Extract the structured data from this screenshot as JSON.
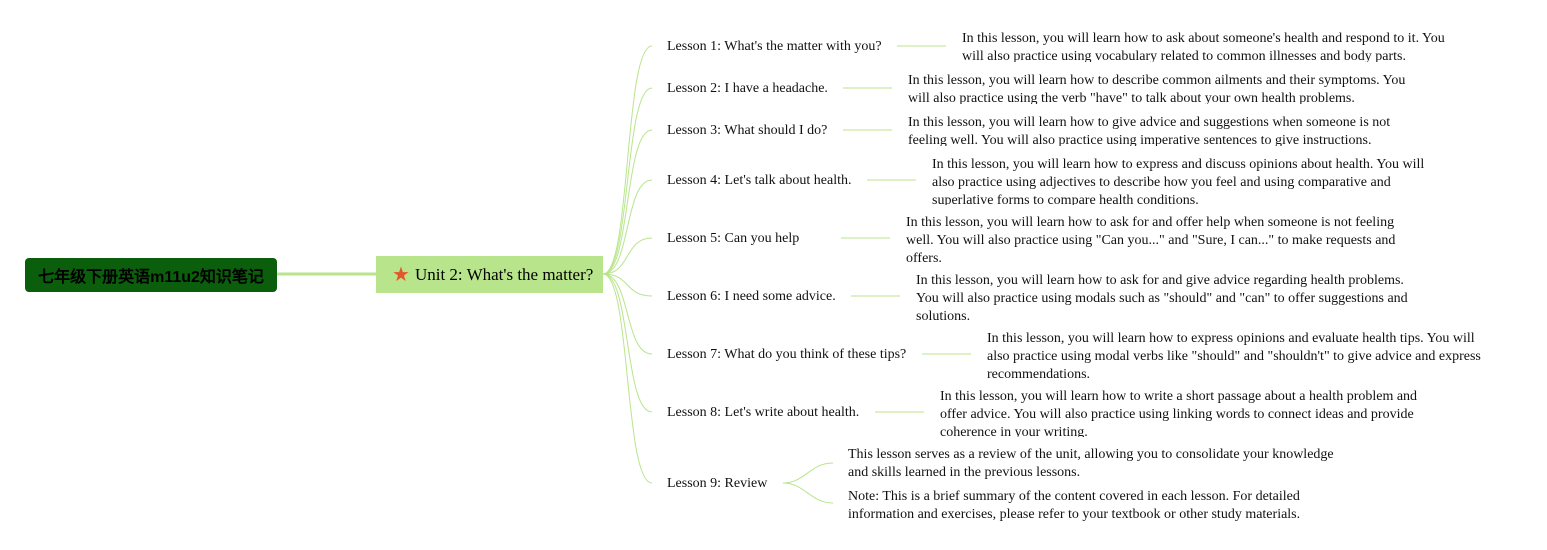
{
  "root": {
    "label": "七年级下册英语m11u2知识笔记"
  },
  "unit": {
    "label": "Unit 2: What's the matter?",
    "icon": "star-icon",
    "icon_color": "#e2582b"
  },
  "colors": {
    "root_bg": "#0b5e0b",
    "unit_bg": "#b8e58c",
    "line": "#b8e58c"
  },
  "lessons": [
    {
      "label": "Lesson 1: What's the matter with you?",
      "details": [
        "In this lesson, you will learn how to ask about someone's health and respond to it. You will also practice using vocabulary related to common illnesses and body parts."
      ]
    },
    {
      "label": "Lesson 2: I have a headache.",
      "details": [
        "In this lesson, you will learn how to describe common ailments and their symptoms. You will also practice using the verb \"have\" to talk about your own health problems."
      ]
    },
    {
      "label": "Lesson 3: What should I do?",
      "details": [
        "In this lesson, you will learn how to give advice and suggestions when someone is not feeling well. You will also practice using imperative sentences to give instructions."
      ]
    },
    {
      "label": "Lesson 4: Let's talk about health.",
      "details": [
        "In this lesson, you will learn how to express and discuss opinions about health. You will also practice using adjectives to describe how you feel and using comparative and superlative forms to compare health conditions."
      ]
    },
    {
      "label": "Lesson 5: Can you help",
      "details": [
        "In this lesson, you will learn how to ask for and offer help when someone is not feeling well. You will also practice using \"Can you...\" and \"Sure, I can...\" to make requests and offers."
      ]
    },
    {
      "label": "Lesson 6: I need some advice.",
      "details": [
        "In this lesson, you will learn how to ask for and give advice regarding health problems. You will also practice using modals such as \"should\" and \"can\" to offer suggestions and solutions."
      ]
    },
    {
      "label": "Lesson 7: What do you think of these tips?",
      "details": [
        "In this lesson, you will learn how to express opinions and evaluate health tips. You will also practice using modal verbs like \"should\" and \"shouldn't\" to give advice and express recommendations."
      ]
    },
    {
      "label": "Lesson 8: Let's write about health.",
      "details": [
        "In this lesson, you will learn how to write a short passage about a health problem and offer advice. You will also practice using linking words to connect ideas and provide coherence in your writing."
      ]
    },
    {
      "label": "Lesson 9: Review",
      "details": [
        "This lesson serves as a review of the unit, allowing you to consolidate your knowledge and skills learned in the previous lessons.",
        "Note: This is a brief summary of the content covered in each lesson. For detailed information and exercises, please refer to your textbook or other study materials."
      ]
    }
  ]
}
